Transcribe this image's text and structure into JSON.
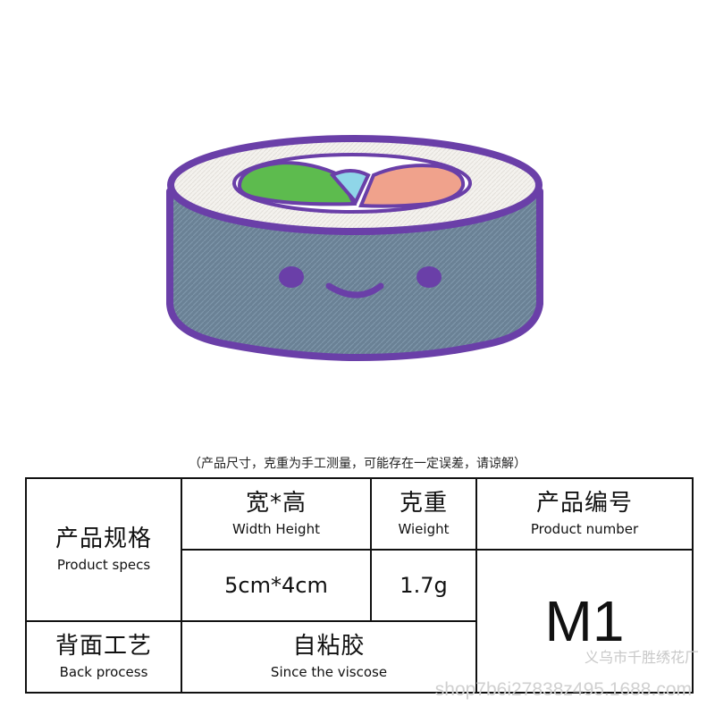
{
  "note": "（产品尺寸，克重为手工测量，可能存在一定误差，请谅解）",
  "table": {
    "spec_zh": "产品规格",
    "spec_en": "Product specs",
    "size_zh": "宽*高",
    "size_en": "Width Height",
    "weight_zh": "克重",
    "weight_en": "Wieight",
    "number_zh": "产品编号",
    "number_en": "Product number",
    "size_value": "5cm*4cm",
    "weight_value": "1.7g",
    "number_value": "M1",
    "back_zh": "背面工艺",
    "back_en": "Back process",
    "back_value_zh": "自粘胶",
    "back_value_en": "Since the viscose"
  },
  "watermark": {
    "company": "义乌市千胜绣花厂",
    "shop": "shop7b6i27838z495.1688.com"
  },
  "colors": {
    "outline": "#6a3fa8",
    "rice": "#f4f2ee",
    "nori": "#6a8195",
    "green": "#5dbb4e",
    "cyan": "#8fd6e8",
    "salmon": "#f0a28c"
  }
}
